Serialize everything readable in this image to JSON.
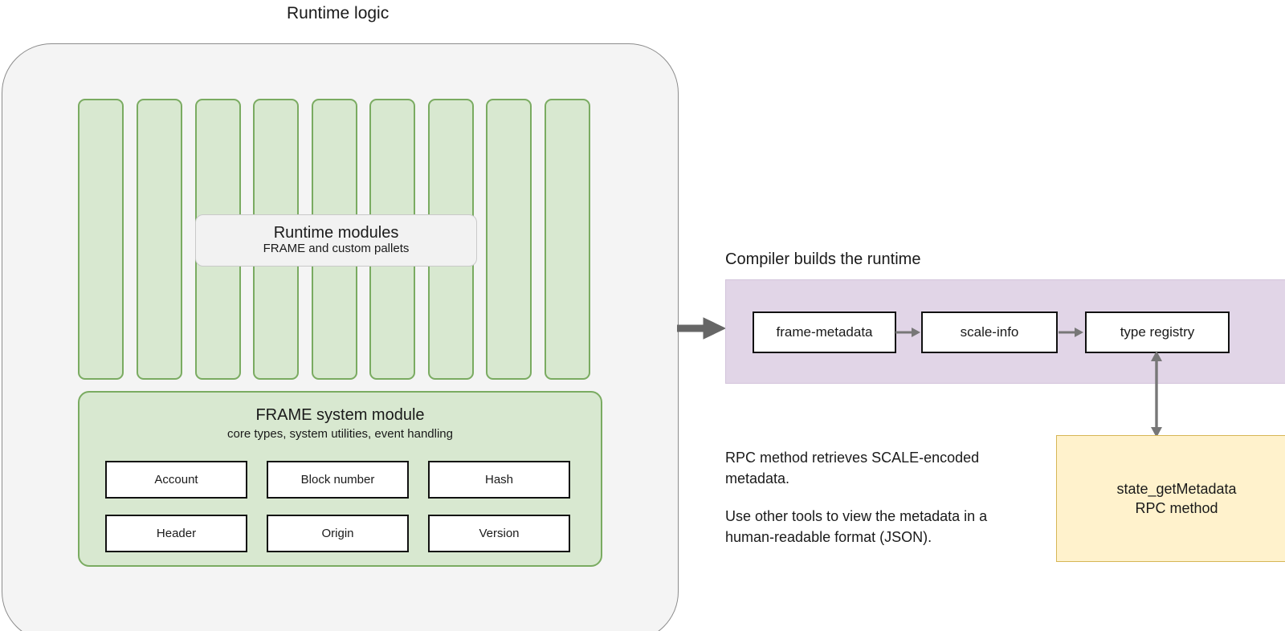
{
  "diagram": {
    "sections": {
      "runtime_logic_title": "Runtime logic",
      "compiler_title": "Compiler builds the runtime"
    },
    "runtime_modules": {
      "title": "Runtime modules",
      "subtitle": "FRAME and custom pallets",
      "pallet_count": 9
    },
    "frame_system": {
      "title": "FRAME system module",
      "subtitle": "core types, system utilities, event handling",
      "items": [
        "Account",
        "Block number",
        "Hash",
        "Header",
        "Origin",
        "Version"
      ]
    },
    "compiler_pipeline": {
      "steps": [
        "frame-metadata",
        "scale-info",
        "type registry"
      ]
    },
    "rpc_notes": [
      "RPC method retrieves SCALE-encoded metadata.",
      "Use other tools to view the metadata in a human-readable format (JSON)."
    ],
    "rpc_box": {
      "line1": "state_getMetadata",
      "line2": "RPC method"
    },
    "colors": {
      "pallet_fill": "#d8e8d0",
      "pallet_border": "#7aab61",
      "shell_fill": "#f4f4f4",
      "shell_border": "#8c8c8c",
      "compiler_fill": "#e1d5e7",
      "rpc_fill": "#fff2cc",
      "rpc_border": "#d6b656",
      "arrow_gray": "#666666"
    },
    "icons": {
      "big_arrow": "arrow-right-thick-icon",
      "pipeline_arrow": "arrow-right-icon",
      "link_arrow": "arrow-up-down-icon"
    }
  }
}
